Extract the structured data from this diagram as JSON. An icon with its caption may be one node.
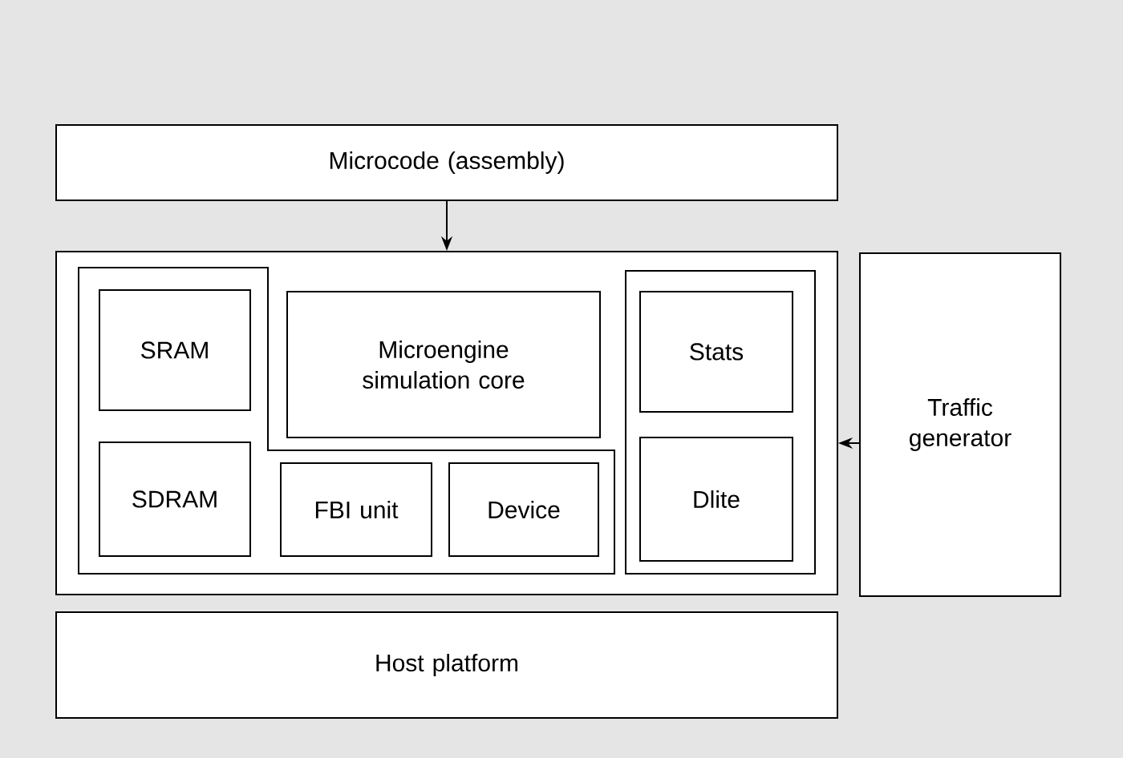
{
  "diagram": {
    "nodes": [
      {
        "text": [
          "Microcode (assembly)"
        ]
      },
      {
        "text": [],
        "shape": "box"
      },
      {
        "text": [],
        "shape": "box",
        "in": 1
      },
      {
        "text": [
          "SRAM"
        ],
        "in": 2
      },
      {
        "text": [
          "SDRAM"
        ],
        "in": 2
      },
      {
        "text": [
          "Microengine simulation core"
        ],
        "in": 1
      },
      {
        "text": [
          "FBI unit"
        ],
        "in": 2
      },
      {
        "text": [
          "Device"
        ],
        "in": 2
      },
      {
        "text": [],
        "shape": "box",
        "in": 1
      },
      {
        "text": [
          "Stats"
        ],
        "in": 8
      },
      {
        "text": [
          "Dlite"
        ],
        "in": 8
      },
      {
        "text": [
          "Traffic generator"
        ]
      },
      {
        "text": [
          "Host platform"
        ]
      }
    ],
    "edges": [
      {
        "from": 0,
        "to": 1,
        "arrow": "to"
      },
      {
        "from": 11,
        "to": 1,
        "arrow": "to"
      }
    ]
  }
}
